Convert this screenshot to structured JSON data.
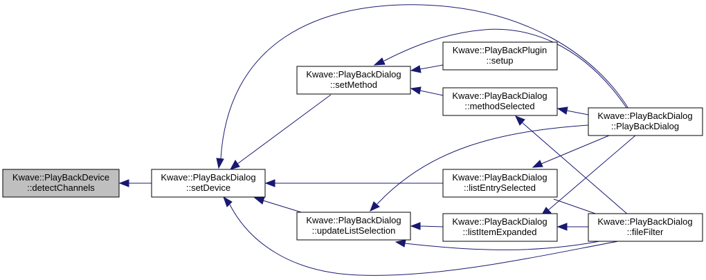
{
  "graph": {
    "nodes": {
      "detectChannels": {
        "line1": "Kwave::PlayBackDevice",
        "line2": "::detectChannels",
        "fill": "#bfbfbf"
      },
      "setDevice": {
        "line1": "Kwave::PlayBackDialog",
        "line2": "::setDevice",
        "fill": "#ffffff"
      },
      "setMethod": {
        "line1": "Kwave::PlayBackDialog",
        "line2": "::setMethod",
        "fill": "#ffffff"
      },
      "updateListSelection": {
        "line1": "Kwave::PlayBackDialog",
        "line2": "::updateListSelection",
        "fill": "#ffffff"
      },
      "pluginSetup": {
        "line1": "Kwave::PlayBackPlugin",
        "line2": "::setup",
        "fill": "#ffffff"
      },
      "methodSelected": {
        "line1": "Kwave::PlayBackDialog",
        "line2": "::methodSelected",
        "fill": "#ffffff"
      },
      "listEntrySelected": {
        "line1": "Kwave::PlayBackDialog",
        "line2": "::listEntrySelected",
        "fill": "#ffffff"
      },
      "listItemExpanded": {
        "line1": "Kwave::PlayBackDialog",
        "line2": "::listItemExpanded",
        "fill": "#ffffff"
      },
      "playBackDialog": {
        "line1": "Kwave::PlayBackDialog",
        "line2": "::PlayBackDialog",
        "fill": "#ffffff"
      },
      "fileFilter": {
        "line1": "Kwave::PlayBackDialog",
        "line2": "::fileFilter",
        "fill": "#ffffff"
      }
    },
    "edge_color": "#191970"
  }
}
